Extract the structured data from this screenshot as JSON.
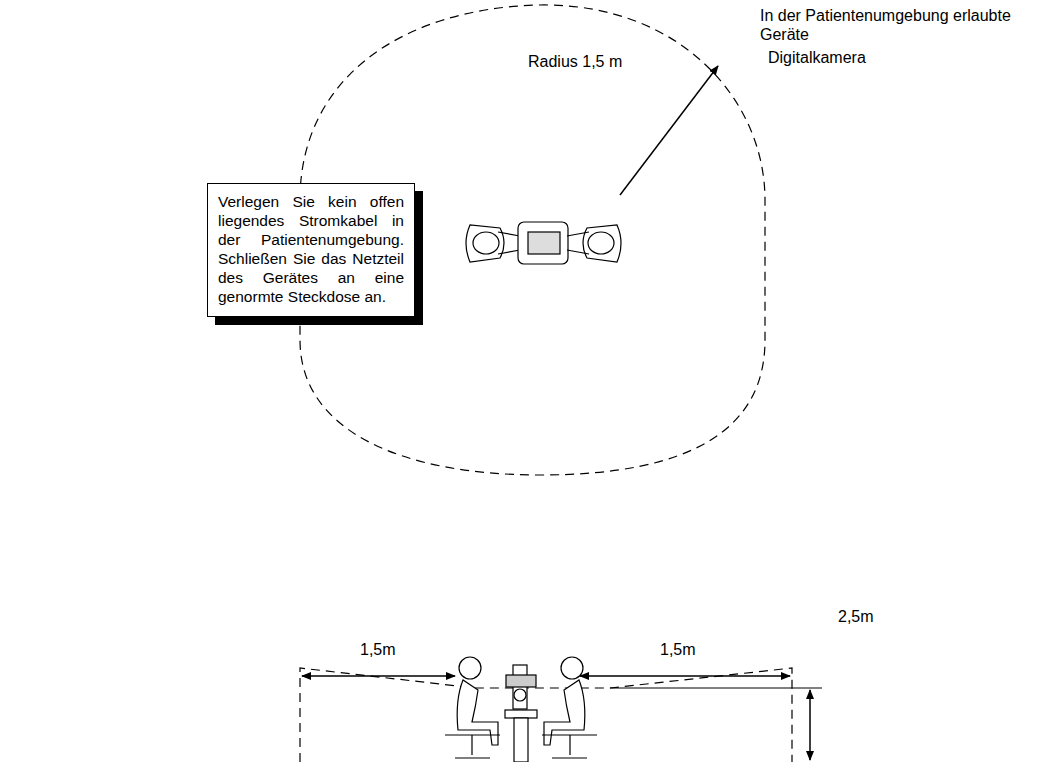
{
  "diagram": {
    "nodes": [
      {
        "text": [
          "Verlegen Sie kein offen liegendes Stromkabel in der Patientenumgebung. Schließen Sie das Netzteil des Gerätes an eine genormte Steckdose an."
        ]
      }
    ],
    "labels": [
      "Radius 1,5 m",
      "In der Patientenumgebung erlaubte Geräte",
      "Digitalkamera",
      "2,5m",
      "1,5m",
      "1,5m"
    ]
  }
}
